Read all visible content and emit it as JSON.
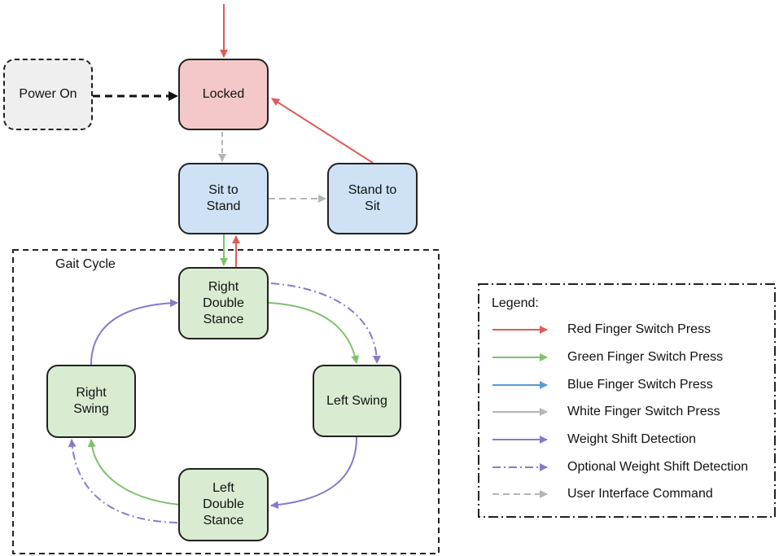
{
  "nodes": {
    "power_on": "Power On",
    "locked": "Locked",
    "sit_to_stand": "Sit to\nStand",
    "stand_to_sit": "Stand to\nSit",
    "right_double_stance": "Right\nDouble\nStance",
    "left_swing": "Left Swing",
    "left_double_stance": "Left\nDouble\nStance",
    "right_swing": "Right\nSwing"
  },
  "group": {
    "label": "Gait Cycle"
  },
  "legend": {
    "title": "Legend:",
    "items": [
      {
        "label": "Red Finger Switch Press",
        "color": "#e05a5a",
        "style": "solid"
      },
      {
        "label": "Green Finger Switch Press",
        "color": "#7cc36a",
        "style": "solid"
      },
      {
        "label": "Blue Finger Switch Press",
        "color": "#5b9bd9",
        "style": "solid"
      },
      {
        "label": "White Finger Switch Press",
        "color": "#b5b5b5",
        "style": "solid"
      },
      {
        "label": "Weight Shift Detection",
        "color": "#8a79c9",
        "style": "solid"
      },
      {
        "label": "Optional Weight Shift Detection",
        "color": "#8a79c9",
        "style": "dashdot"
      },
      {
        "label": "User Interface Command",
        "color": "#b5b5b5",
        "style": "dashed"
      }
    ]
  },
  "colors": {
    "red": "#e05a5a",
    "green": "#7cc36a",
    "purple": "#8a79c9",
    "gray": "#b5b5b5",
    "black": "#111111"
  }
}
